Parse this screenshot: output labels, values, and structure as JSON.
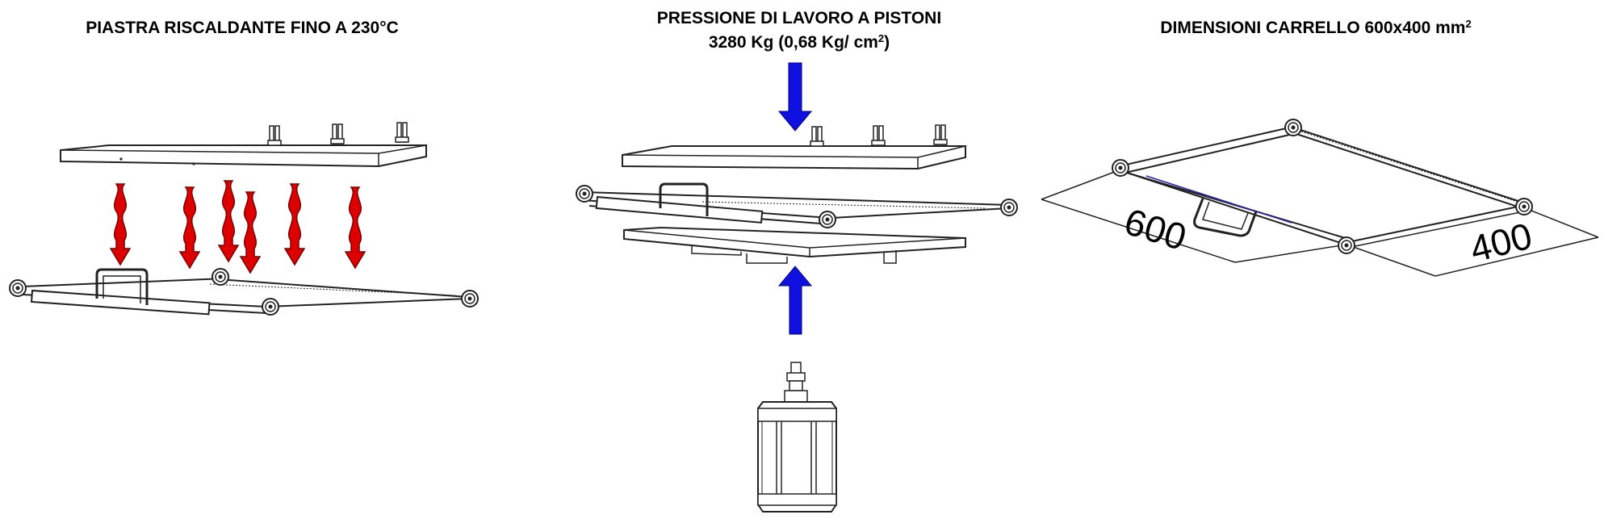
{
  "panels": [
    {
      "title": "PIASTRA RISCALDANTE FINO A 230°C"
    },
    {
      "title_line1": "PRESSIONE DI LAVORO A PISTONI",
      "title_line2_main": "3280 Kg (0,68 Kg/ cm",
      "title_line2_sup": "2",
      "title_line2_end": ")"
    },
    {
      "title_main": "DIMENSIONI CARRELLO 600x400 mm",
      "title_sup": "2",
      "dim_long": "600",
      "dim_short": "400"
    }
  ],
  "colors": {
    "heat_arrow": "#dd0000",
    "pressure_arrow": "#1010e0",
    "line": "#222222"
  },
  "icons": [
    "heat-arrow-icon",
    "pressure-arrow-icon",
    "pneumatic-cylinder-icon"
  ]
}
